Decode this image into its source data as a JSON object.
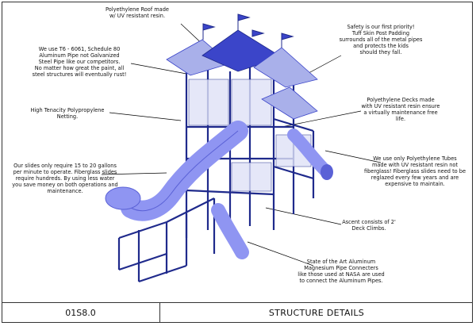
{
  "callouts": {
    "roof": [
      "Polyethylene Roof made",
      "w/ UV resistant resin."
    ],
    "aluminum": [
      "We use T6 - 6061, Schedule 80",
      "Aluminum Pipe not Galvanized",
      "Steel Pipe like our competitors.",
      "No matter how great the paint, all",
      "steel structures will eventually rust!"
    ],
    "safety": [
      "Safety is our first priority!",
      "Tuff Skin Post Padding",
      "surrounds all of the metal pipes",
      "and protects the kids",
      "should they fall."
    ],
    "netting": [
      "High Tenacity Polypropylene",
      "Netting."
    ],
    "decks": [
      "Polyethylene Decks made",
      "with UV resistant resin ensure",
      "a virtually maintenance free",
      "life."
    ],
    "slides": [
      "Our slides only require 15 to 20 gallons",
      "per minute to operate. Fiberglass slides",
      "require hundreds. By using less water",
      "you save money on both operations and",
      "maintenance."
    ],
    "tubes": [
      "We use only Polyethylene Tubes",
      "made with UV resistant resin not",
      "fiberglass! Fiberglass slides need to be",
      "reglazed every few years and are",
      "expensive to maintain."
    ],
    "ascent": [
      "Ascent consists of 2'",
      "Deck Climbs."
    ],
    "connectors": [
      "State of the Art Aluminum",
      "Magnesium Pipe Connecters",
      "like those used at NASA are used",
      "to connect the Aluminum Pipes."
    ]
  },
  "footer": {
    "code": "01S8.0",
    "title": "STRUCTURE DETAILS"
  },
  "colors": {
    "frame": "#1f2a8c",
    "slide": "#8f95f2",
    "roof": "#3b45c9",
    "roof_light": "#a9b0ea",
    "leader": "#000000"
  }
}
